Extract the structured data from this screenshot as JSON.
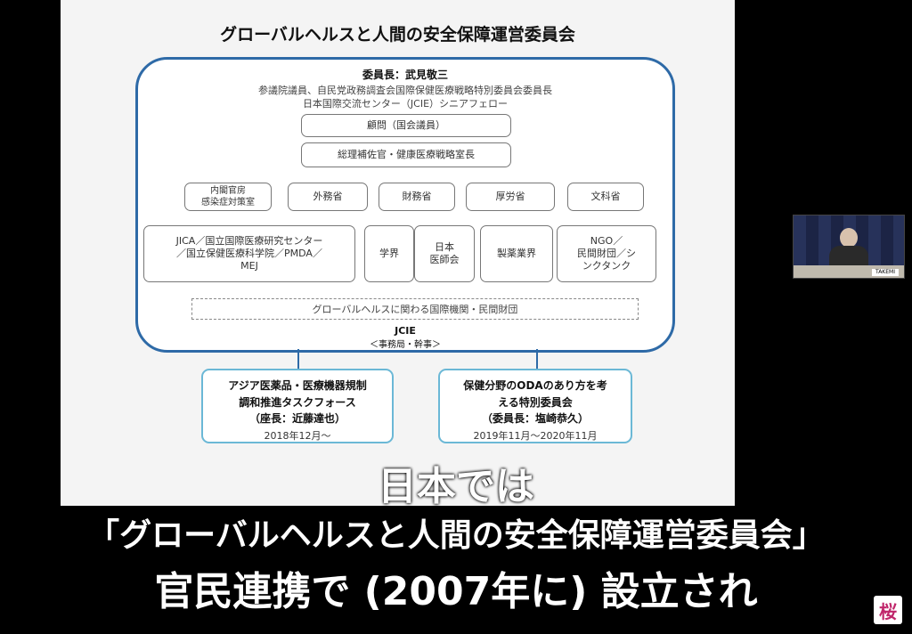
{
  "slide": {
    "title": "グローバルヘルスと人間の安全保障運営委員会",
    "chair": {
      "name": "委員長：武見敬三",
      "role_line1": "参議院議員、自民党政務調査会国際保健医療戦略特別委員会委員長",
      "role_line2": "日本国際交流センター（JCIE）シニアフェロー"
    },
    "advisor_box": "顧問（国会議員）",
    "secretary_box": "総理補佐官・健康医療戦略室長",
    "ministries": [
      {
        "line1": "内閣官房",
        "line2": "感染症対策室"
      },
      {
        "line1": "外務省",
        "line2": ""
      },
      {
        "line1": "財務省",
        "line2": ""
      },
      {
        "line1": "厚労省",
        "line2": ""
      },
      {
        "line1": "文科省",
        "line2": ""
      }
    ],
    "orgs": {
      "jica": {
        "line1": "JICA／国立国際医療研究センター",
        "line2": "／国立保健医療科学院／PMDA／",
        "line3": "MEJ"
      },
      "academia": "学界",
      "jma": {
        "line1": "日本",
        "line2": "医師会"
      },
      "pharma": "製薬業界",
      "ngo": {
        "line1": "NGO／",
        "line2": "民間財団／シ",
        "line3": "ンクタンク"
      }
    },
    "international_orgs": "グローバルヘルスに関わる国際機関・民間財団",
    "jcie": {
      "name": "JCIE",
      "role": "＜事務局・幹事＞"
    },
    "taskforces": [
      {
        "line1": "アジア医薬品・医療機器規制",
        "line2": "調和推進タスクフォース",
        "line3": "（座長：近藤達也）",
        "date": "2018年12月～"
      },
      {
        "line1": "保健分野のODAのあり方を考",
        "line2": "える特別委員会",
        "line3": "（委員長：塩崎恭久）",
        "date": "2019年11月～2020年11月"
      }
    ]
  },
  "captions": {
    "line1": "日本では",
    "line2": "「グローバルヘルスと人間の安全保障運営委員会」",
    "line3": "官民連携で (2007年に) 設立され"
  },
  "presenter": {
    "nameplate": "TAKEMI"
  },
  "channel_logo": "桜",
  "colors": {
    "committee_border": "#2e6aa7",
    "taskforce_border": "#6bb8d6",
    "caption_text": "#ffffff",
    "background": "#000000"
  }
}
